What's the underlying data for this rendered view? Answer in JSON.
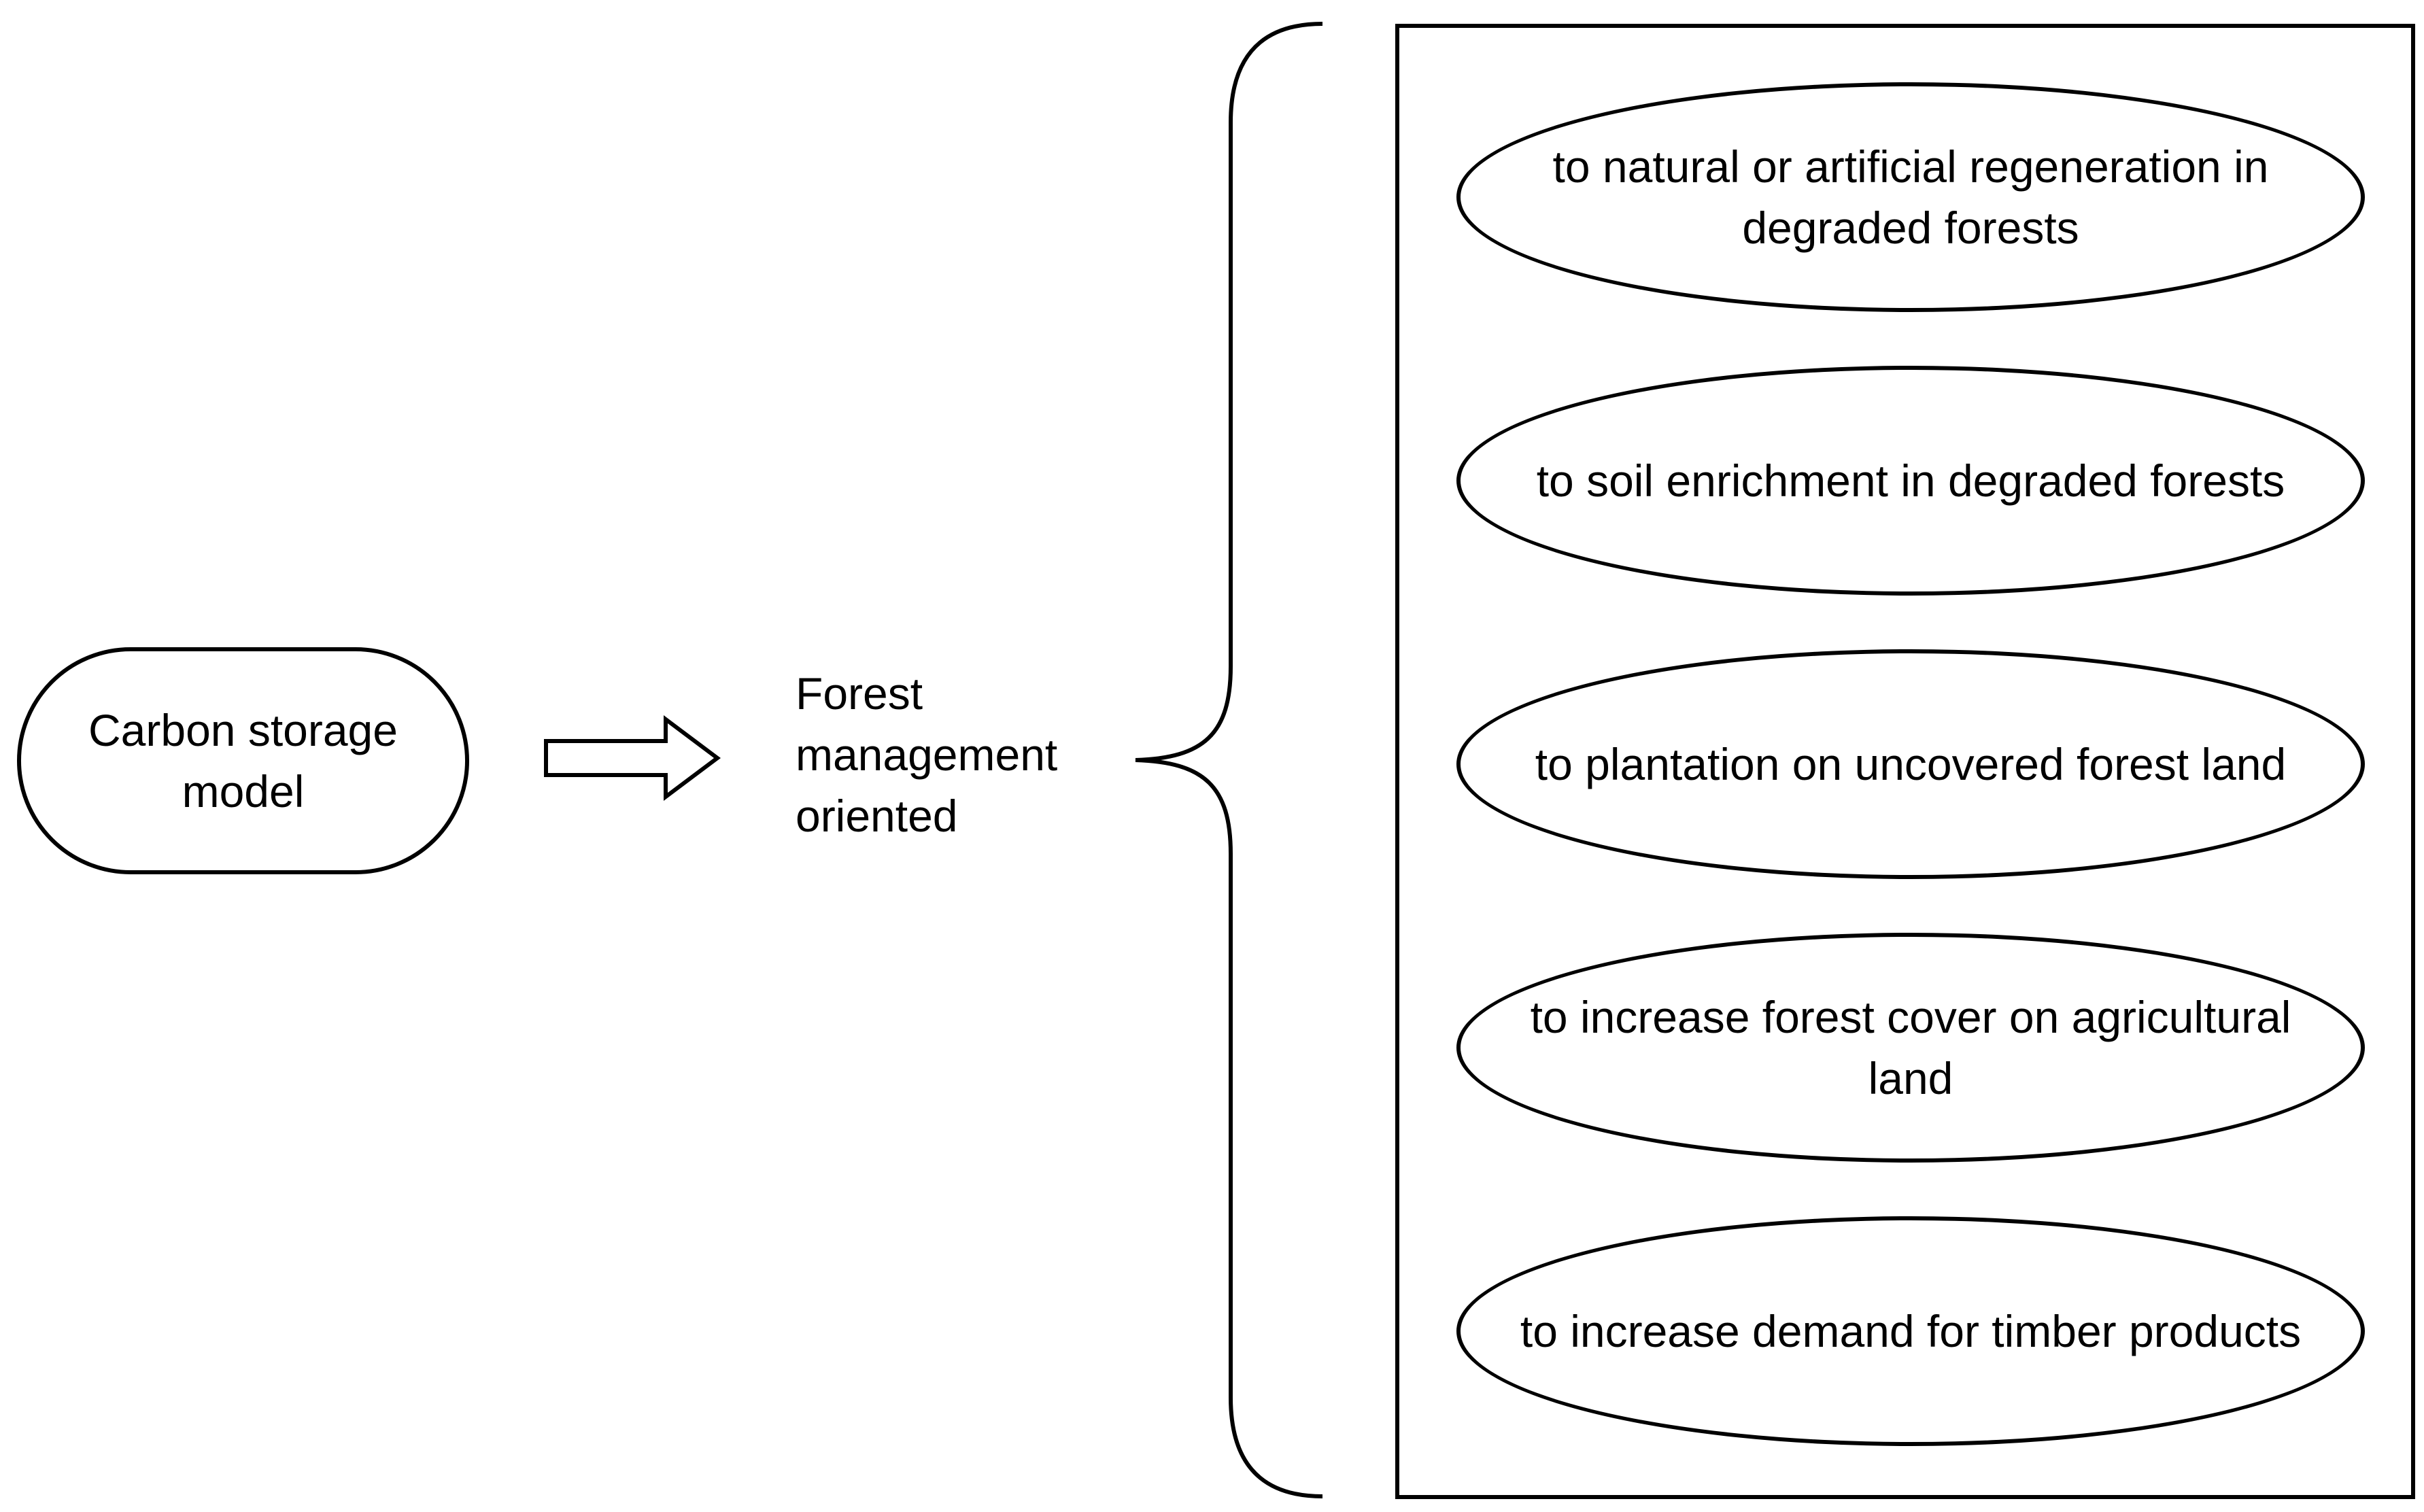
{
  "source": {
    "label": "Carbon storage model"
  },
  "target": {
    "label": "Forest management oriented"
  },
  "options": [
    {
      "label": "to natural or artificial regeneration in degraded forests"
    },
    {
      "label": "to soil enrichment in degraded forests"
    },
    {
      "label": "to plantation on uncovered forest land"
    },
    {
      "label": "to increase forest cover on agricultural land"
    },
    {
      "label": "to increase demand for timber products"
    }
  ],
  "colors": {
    "stroke": "#000000",
    "background": "#ffffff"
  }
}
